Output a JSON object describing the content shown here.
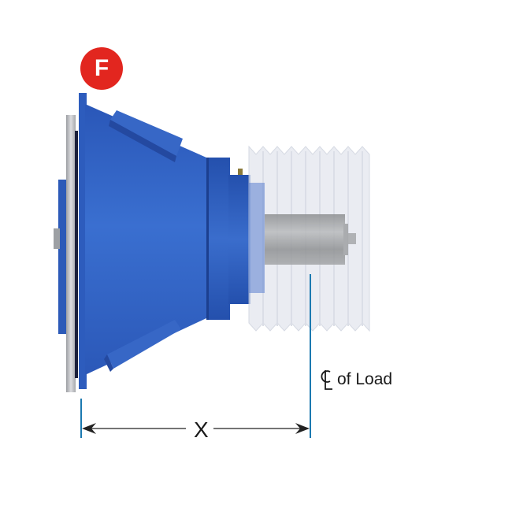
{
  "figure": {
    "badge": {
      "letter": "F",
      "color": "#e2261f"
    },
    "centerline_label": {
      "symbol": "CL",
      "text": "of Load"
    },
    "dimension": {
      "label": "X",
      "from": "mounting flange face",
      "to": "centerline of load"
    },
    "colors": {
      "gearbox_blue": "#3366c4",
      "gearbox_blue_dark": "#1f47a0",
      "flange_gray": "#b8b8b8",
      "pulley_gray": "#e4e7ee",
      "shaft_gray": "#9a9c9e",
      "dimension_line_blue": "#1b79b0",
      "text": "#1a1a1a"
    }
  }
}
